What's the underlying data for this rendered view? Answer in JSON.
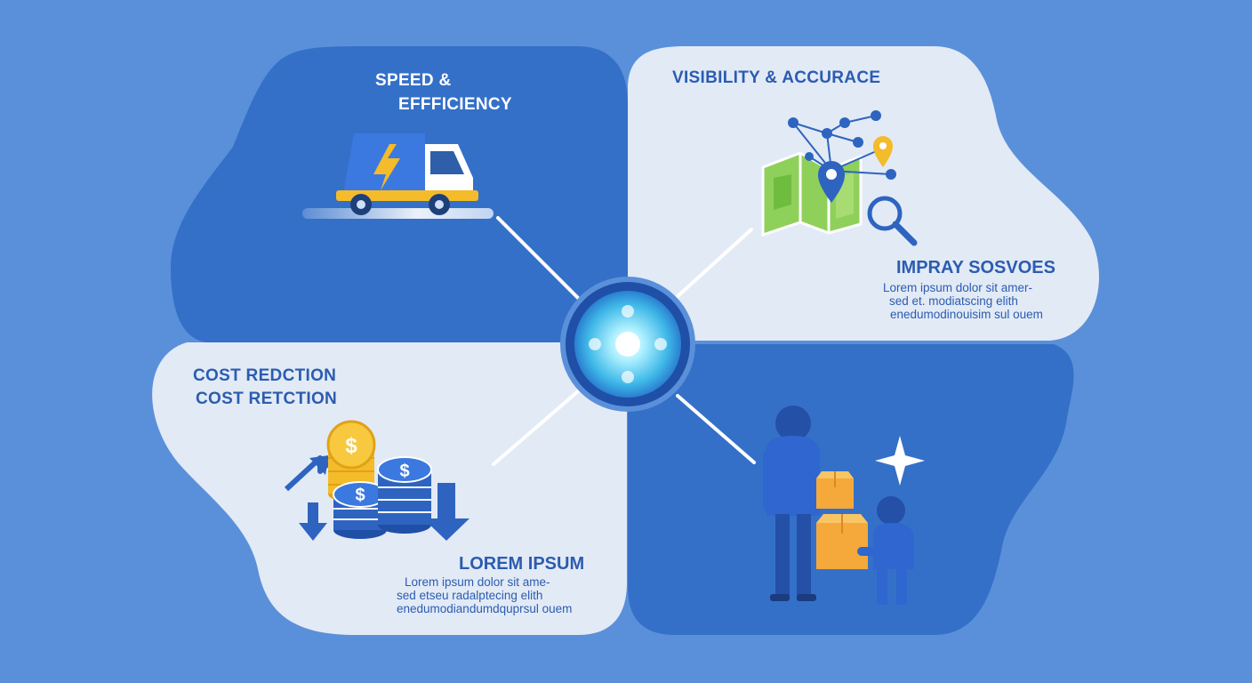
{
  "colors": {
    "background": "#5a90da",
    "panel_dark": "#3470c8",
    "panel_light": "#e2eaf6",
    "text_dark_blue": "#2b5cb0",
    "text_white": "#ffffff",
    "accent_yellow": "#f4bb2a",
    "hub_glow": "#4cc7ee"
  },
  "quadrants": {
    "speed": {
      "title_line1": "SPEED &",
      "title_line2": "EFFFICIENCY",
      "icon": "delivery-truck-icon"
    },
    "visibility": {
      "title": "VISIBILITY & ACCURACE",
      "icon": "map-network-icon",
      "subtitle": "IMPRAY SOSVOES",
      "body": [
        "Lorem ipsum dolor sit amer-",
        "sed et. modiatscing elith",
        "enedumodinouisim sul ouem"
      ]
    },
    "cost": {
      "title_line1": "COST REDCTION",
      "title_line2": "COST RETCTION",
      "icon": "coin-stack-icon",
      "subtitle": "LOREM IPSUM",
      "body": [
        "Lorem ipsum dolor sit ame-",
        "sed etseu radalptecing elith",
        "enedumodiandumdquprsul ouem"
      ]
    },
    "service": {
      "icon": "people-boxes-icon"
    }
  },
  "hub": {
    "icon": "central-hub-icon"
  }
}
